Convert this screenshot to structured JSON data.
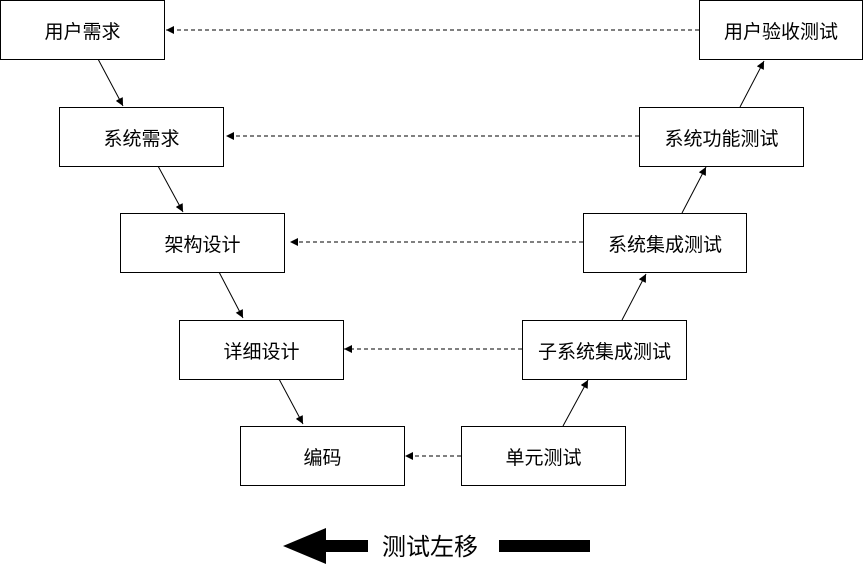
{
  "colors": {
    "stroke": "#000000",
    "box_fill": "#ffffff",
    "text": "#000000"
  },
  "left_branch": {
    "user_requirements": "用户需求",
    "system_requirements": "系统需求",
    "architecture_design": "架构设计",
    "detailed_design": "详细设计",
    "coding": "编码"
  },
  "right_branch": {
    "user_acceptance_test": "用户验收测试",
    "system_function_test": "系统功能测试",
    "system_integration_test": "系统集成测试",
    "subsystem_integration_test": "子系统集成测试",
    "unit_test": "单元测试"
  },
  "caption": {
    "text": "测试左移"
  }
}
